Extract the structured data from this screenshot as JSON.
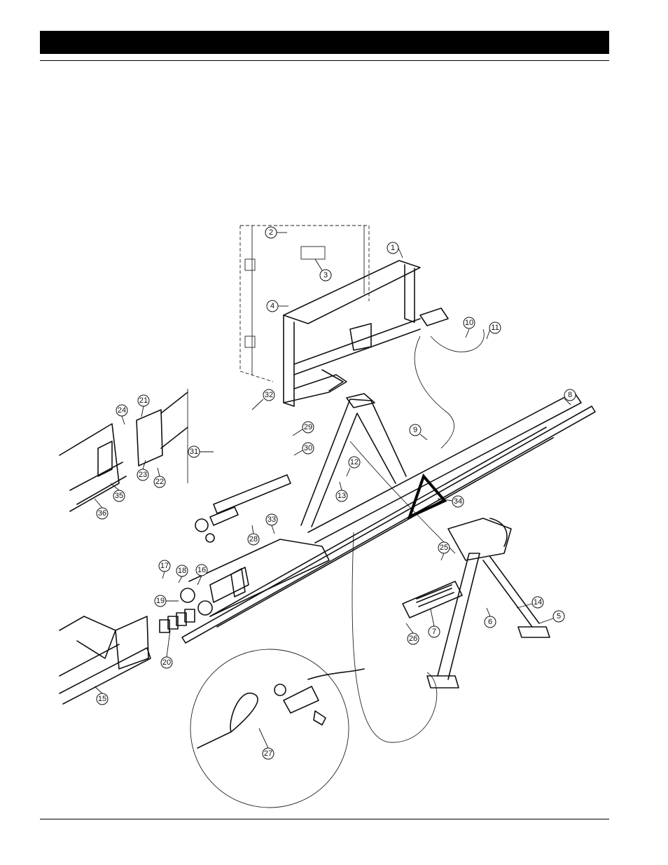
{
  "page": {
    "header_title": "",
    "footer_text": ""
  },
  "diagram": {
    "type": "exploded-parts-view",
    "callouts": [
      "1",
      "2",
      "3",
      "4",
      "5",
      "6",
      "7",
      "8",
      "9",
      "10",
      "11",
      "12",
      "13",
      "14",
      "15",
      "16",
      "17",
      "18",
      "19",
      "20",
      "21",
      "22",
      "23",
      "24",
      "25",
      "26",
      "27",
      "28",
      "29",
      "30",
      "31",
      "32",
      "33",
      "34",
      "35",
      "36"
    ]
  }
}
